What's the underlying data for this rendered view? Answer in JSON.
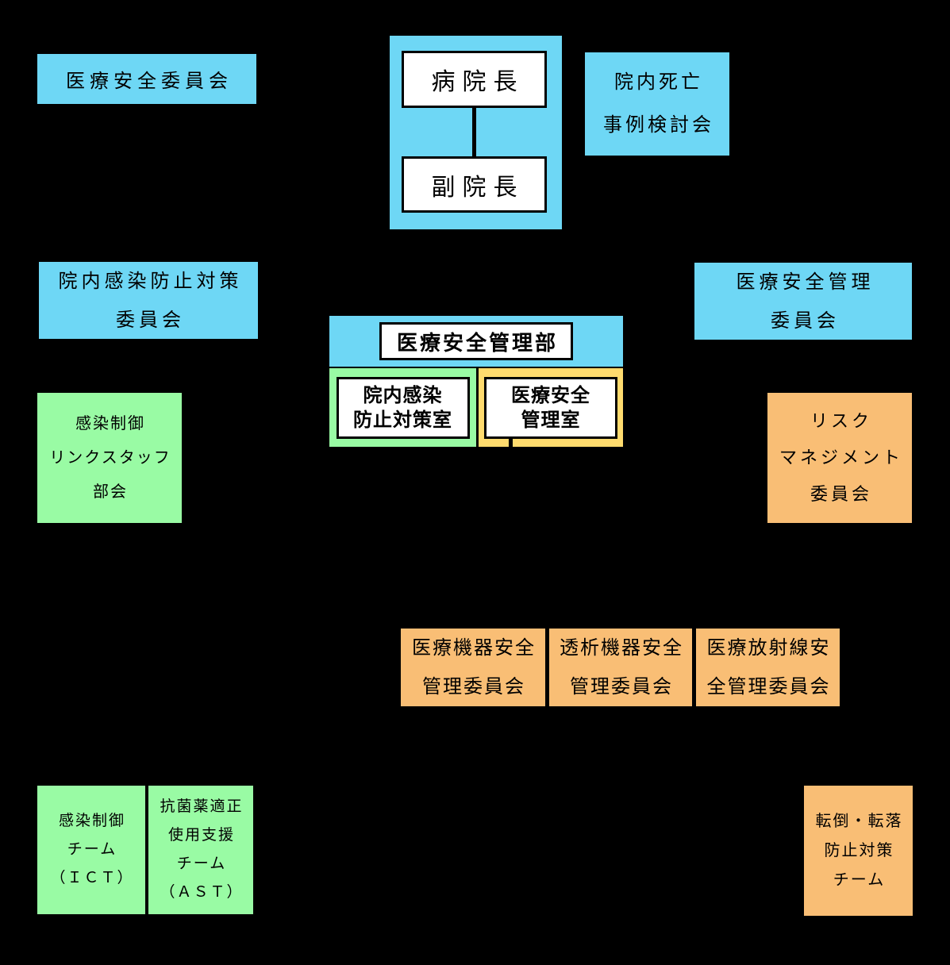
{
  "colors": {
    "blue": "#6ED7F5",
    "green": "#99FBA4",
    "orange": "#F9BE75",
    "yellow": "#FFDB6E",
    "node_inner": "#FFFFFF",
    "background": "#000000",
    "text": "#000000"
  },
  "nodes": {
    "medical_safety_committee": {
      "lines": [
        "医療安全委員会"
      ]
    },
    "hospital_director": {
      "label": "病院長"
    },
    "deputy_director": {
      "label": "副院長"
    },
    "death_case_review": {
      "lines": [
        "院内死亡",
        "事例検討会"
      ]
    },
    "infection_prevention_committee": {
      "lines": [
        "院内感染防止対策",
        "委員会"
      ]
    },
    "medical_safety_mgmt_committee": {
      "lines": [
        "医療安全管理",
        "委員会"
      ]
    },
    "medical_safety_mgmt_dept": {
      "label": "医療安全管理部"
    },
    "infection_prevention_room": {
      "lines": [
        "院内感染",
        "防止対策室"
      ]
    },
    "medical_safety_mgmt_room": {
      "lines": [
        "医療安全",
        "管理室"
      ]
    },
    "infection_control_link_staff": {
      "lines": [
        "感染制御",
        "リンクスタッフ",
        "部会"
      ]
    },
    "risk_management_committee": {
      "lines": [
        "リスク",
        "マネジメント",
        "委員会"
      ]
    },
    "device_safety_committee": {
      "lines": [
        "医療機器安全",
        "管理委員会"
      ]
    },
    "dialysis_safety_committee": {
      "lines": [
        "透析機器安全",
        "管理委員会"
      ]
    },
    "radiation_safety_committee": {
      "lines": [
        "医療放射線安",
        "全管理委員会"
      ]
    },
    "infection_control_team": {
      "lines": [
        "感染制御",
        "チーム",
        "（ＩＣＴ）"
      ]
    },
    "antimicrobial_stewardship_team": {
      "lines": [
        "抗菌薬適正",
        "使用支援",
        "チーム",
        "（ＡＳＴ）"
      ]
    },
    "fall_prevention_team": {
      "lines": [
        "転倒・転落",
        "防止対策",
        "チーム"
      ]
    }
  }
}
